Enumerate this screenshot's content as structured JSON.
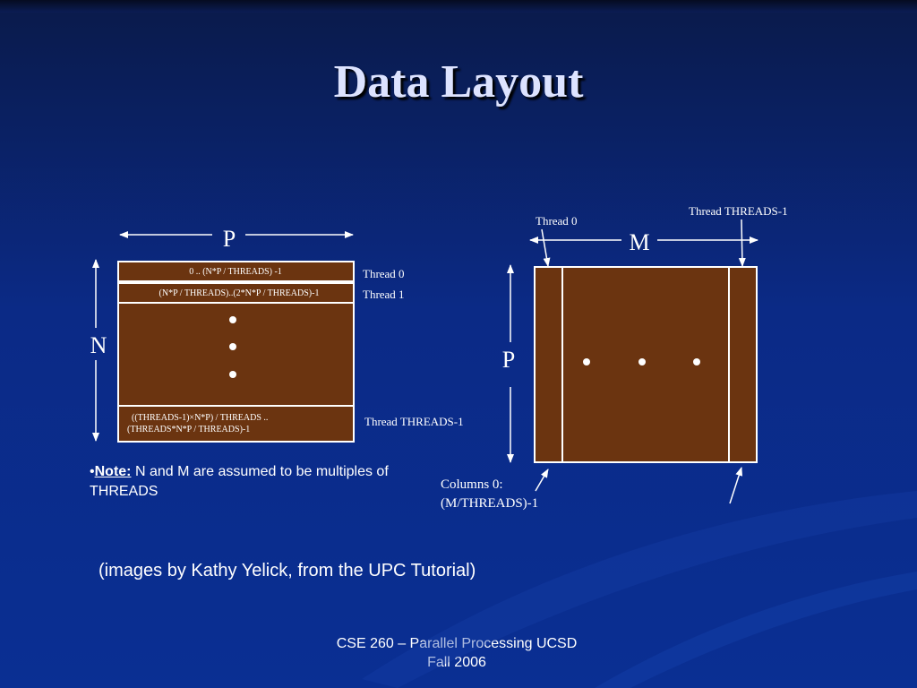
{
  "slide": {
    "title": "Data Layout",
    "note_bullet": "•",
    "note_label": "Note:",
    "note_text": "N and M are assumed to be multiples of THREADS",
    "credit": "(images by Kathy Yelick, from the UPC Tutorial)",
    "footer_line1": "CSE 260 – Parallel Processing  UCSD",
    "footer_line2": "Fall 2006"
  },
  "left_diagram": {
    "width_label": "P",
    "height_label": "N",
    "rows": [
      "0 .. (N*P / THREADS) -1",
      "(N*P / THREADS)..(2*N*P / THREADS)-1",
      "((THREADS-1)×N*P) / THREADS ..",
      "(THREADS*N*P / THREADS)-1"
    ],
    "thread_labels": [
      "Thread 0",
      "Thread 1",
      "Thread THREADS-1"
    ]
  },
  "right_diagram": {
    "width_label": "M",
    "height_label": "P",
    "thread_first": "Thread 0",
    "thread_last": "Thread THREADS-1",
    "columns_line1": "Columns 0:",
    "columns_line2": "(M/THREADS)-1"
  },
  "colors": {
    "block_fill": "#6b3410",
    "block_border": "#ffffff",
    "background": "#0b2a86"
  }
}
